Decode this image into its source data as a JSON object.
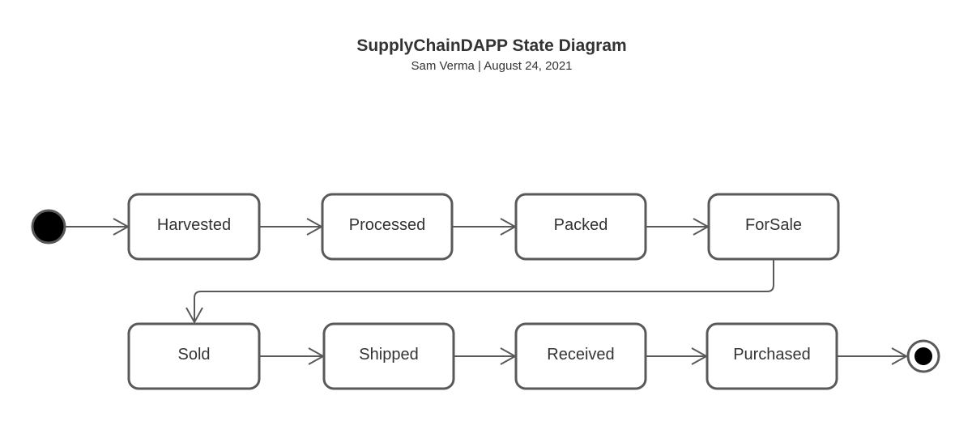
{
  "header": {
    "title": "SupplyChainDAPP State Diagram",
    "subtitle": "Sam Verma | August 24, 2021"
  },
  "colors": {
    "stroke": "#595959",
    "text": "#333333",
    "node_fill": "#ffffff",
    "pseudostate_fill": "#000000"
  },
  "diagram": {
    "type": "uml-state-diagram",
    "initial_state": true,
    "final_state": true,
    "states": [
      "Harvested",
      "Processed",
      "Packed",
      "ForSale",
      "Sold",
      "Shipped",
      "Received",
      "Purchased"
    ],
    "transitions": [
      [
        "initial",
        "Harvested"
      ],
      [
        "Harvested",
        "Processed"
      ],
      [
        "Processed",
        "Packed"
      ],
      [
        "Packed",
        "ForSale"
      ],
      [
        "ForSale",
        "Sold"
      ],
      [
        "Sold",
        "Shipped"
      ],
      [
        "Shipped",
        "Received"
      ],
      [
        "Received",
        "Purchased"
      ],
      [
        "Purchased",
        "final"
      ]
    ]
  }
}
